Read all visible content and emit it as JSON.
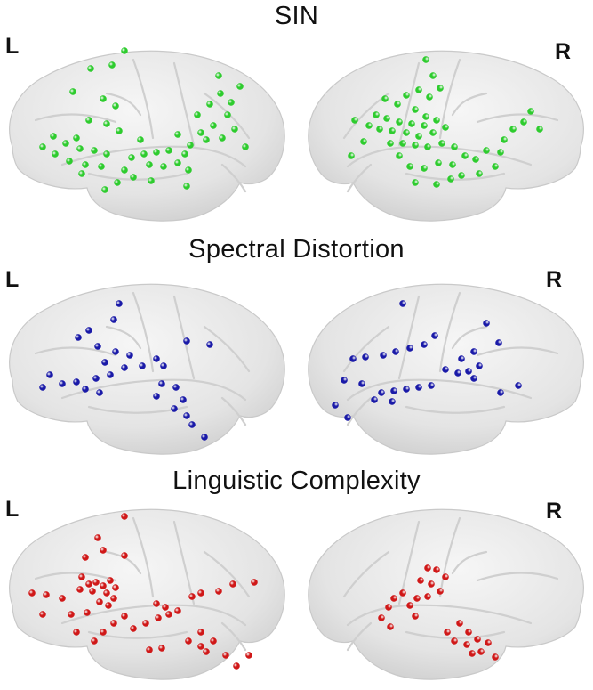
{
  "panels": [
    {
      "title": "SIN",
      "left_label": "L",
      "right_label": "R",
      "electrode_color": "#2ecc2e",
      "electrode_color_name": "green"
    },
    {
      "title": "Spectral Distortion",
      "left_label": "L",
      "right_label": "R",
      "electrode_color": "#1a1aa8",
      "electrode_color_name": "blue"
    },
    {
      "title": "Linguistic Complexity",
      "left_label": "L",
      "right_label": "R",
      "electrode_color": "#d01818",
      "electrode_color_name": "red"
    }
  ],
  "colors": {
    "brain_fill": "#e4e4e4",
    "brain_edge": "#c9c9c9",
    "sulcus": "#cfcfcf"
  }
}
